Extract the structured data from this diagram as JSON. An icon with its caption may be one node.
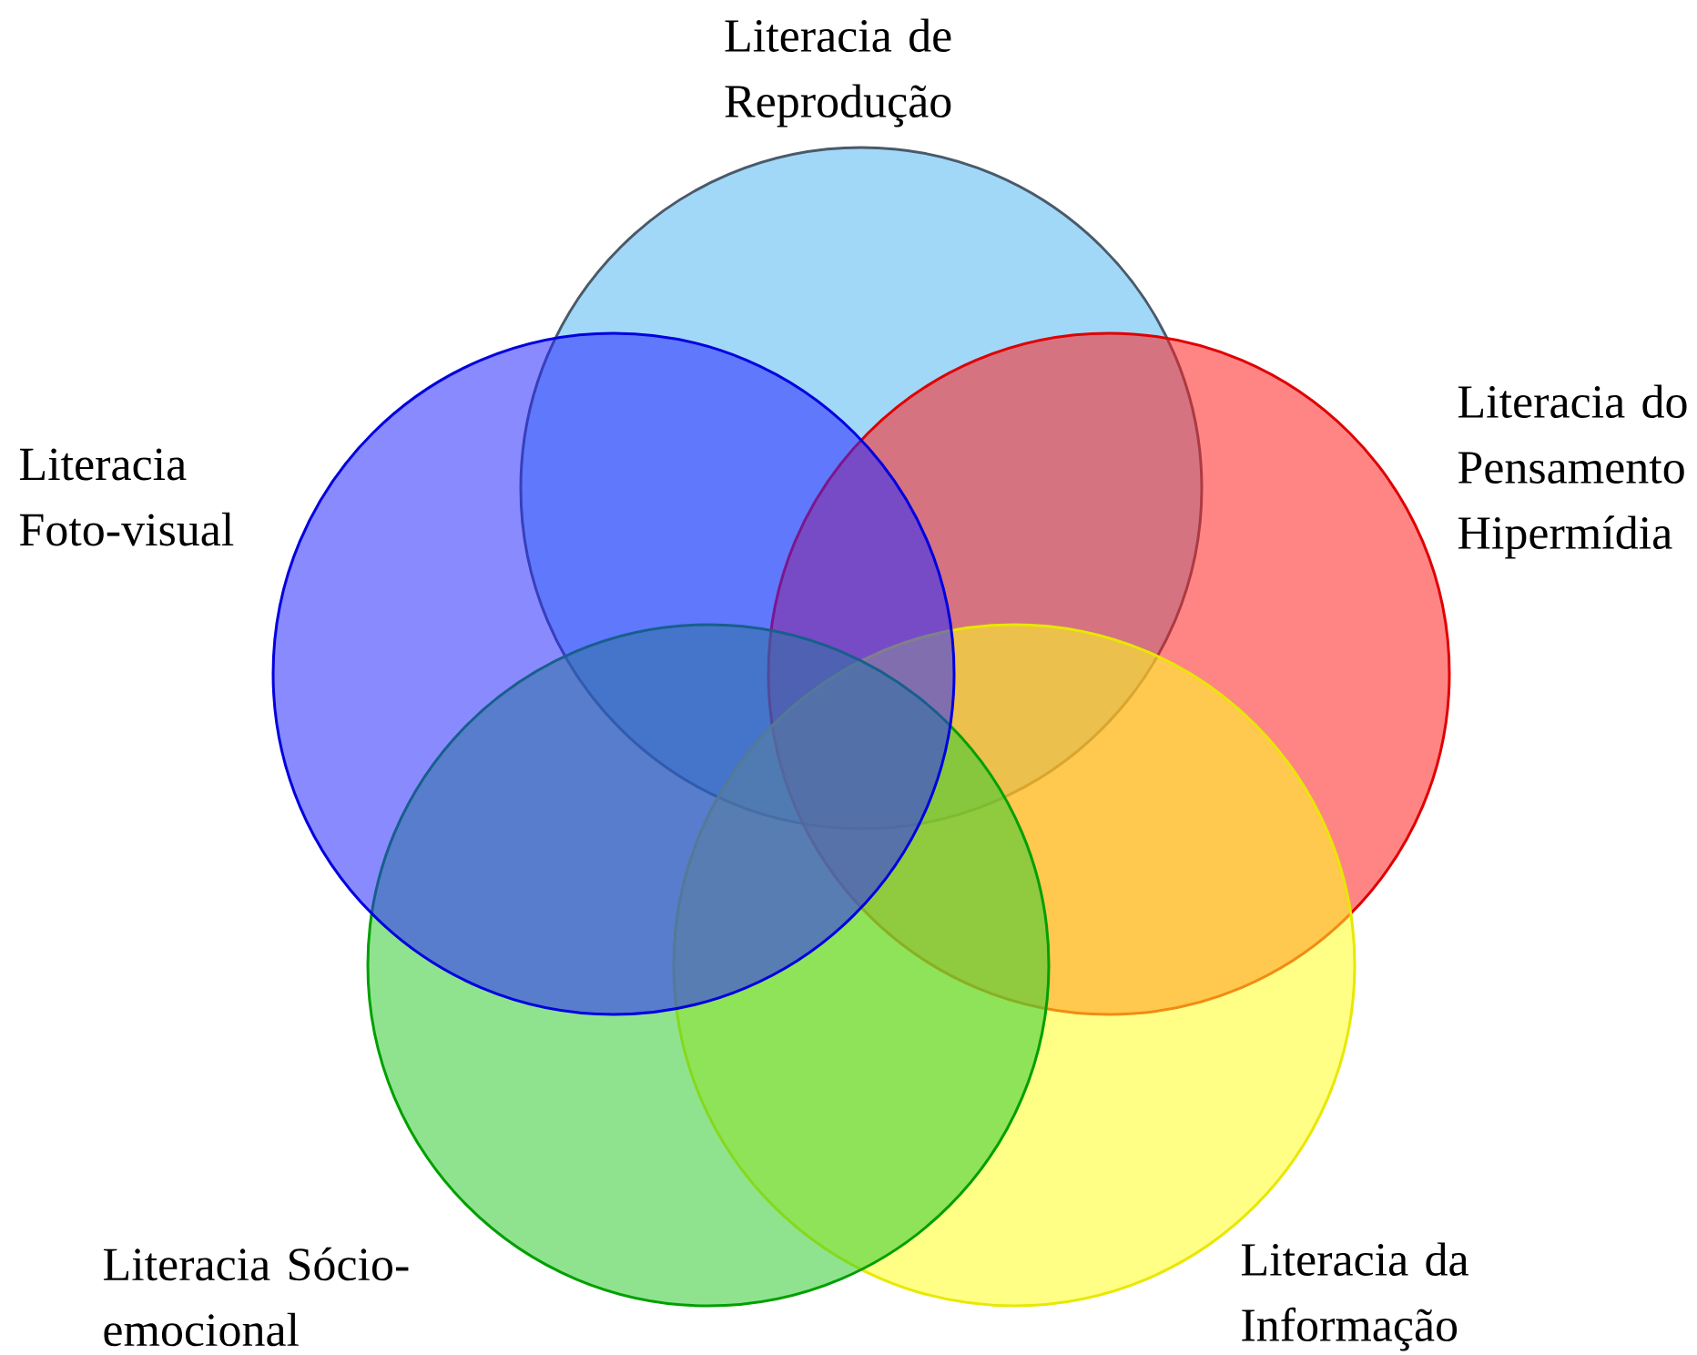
{
  "diagram": {
    "nodes": [
      {
        "text": [
          "Literacia de Reprodução"
        ]
      },
      {
        "text": [
          "Literacia do Pensamento Hipermídia"
        ]
      },
      {
        "text": [
          "Literacia da Informação"
        ]
      },
      {
        "text": [
          "Literacia Sócio-emocional"
        ]
      },
      {
        "text": [
          "Literacia Foto-visual"
        ]
      }
    ]
  }
}
